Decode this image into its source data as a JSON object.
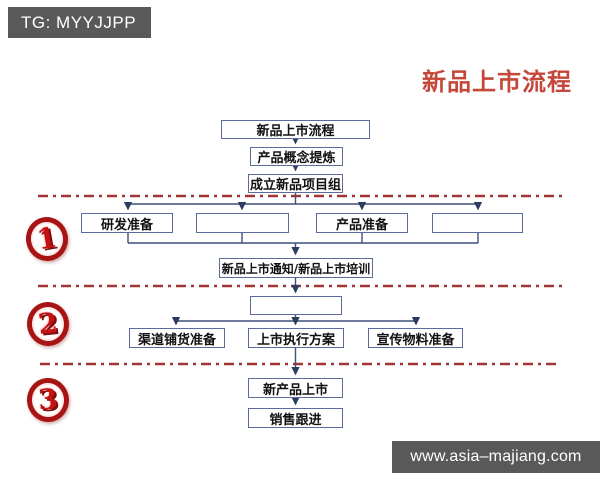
{
  "watermarks": {
    "top_label": "TG: MYYJJPP",
    "bottom_label": "www.asia–majiang.com"
  },
  "title": {
    "text": "新品上市流程"
  },
  "flow": {
    "start": "新品上市流程",
    "concept": "产品概念提炼",
    "team": "成立新品项目组",
    "rd_prep": "研发准备",
    "row1_blank_1": "",
    "product_prep": "产品准备",
    "row1_blank_2": "",
    "notice_training": "新品上市通知/新品上市培训",
    "mid_blank": "",
    "channel_prep": "渠道铺货准备",
    "exec_plan": "上市执行方案",
    "promo_prep": "宣传物料准备",
    "launch": "新产品上市",
    "sales_follow": "销售跟进"
  },
  "stages": {
    "one": "1",
    "two": "2",
    "three": "3"
  },
  "colors": {
    "bar_bg": "#595959",
    "title_red": "#c4473a",
    "box_border": "#5b6b9e",
    "connector": "#3d4f7c",
    "divider_red": "#a23535",
    "badge_red": "#c41111"
  }
}
